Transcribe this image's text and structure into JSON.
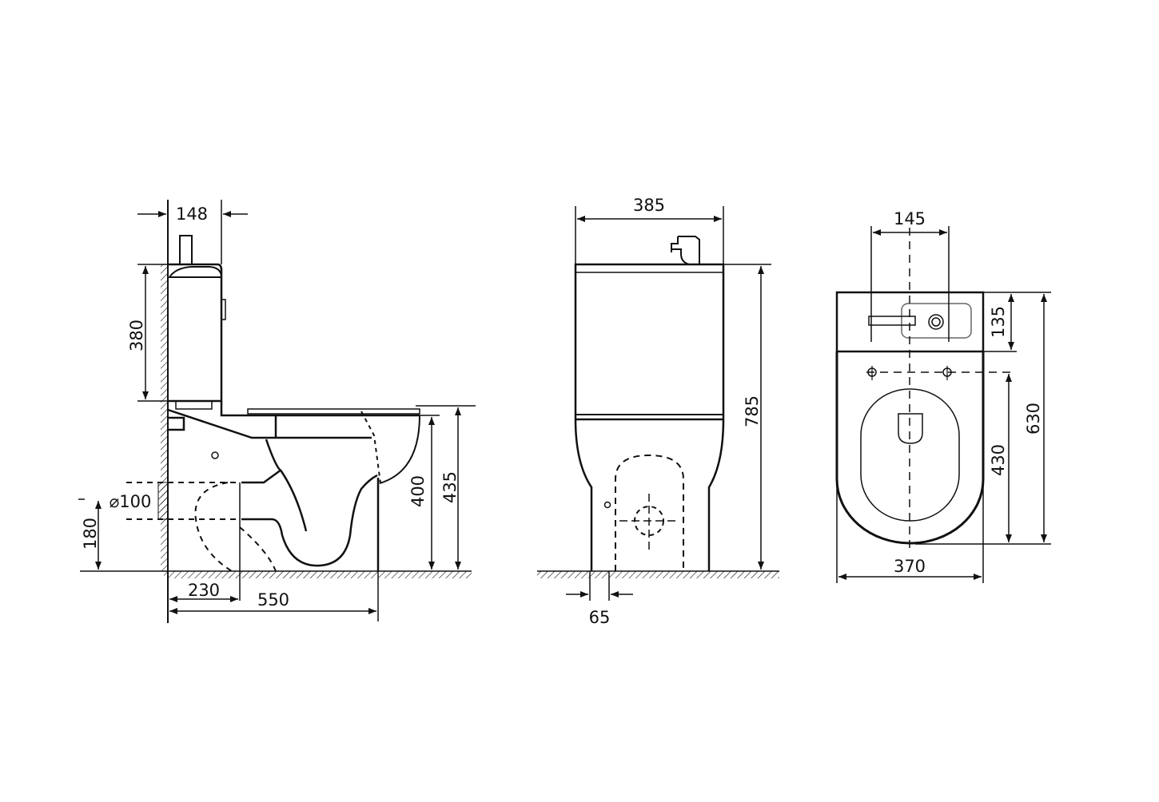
{
  "side_view": {
    "dims": {
      "tank_depth": "148",
      "tank_height": "380",
      "outlet_diameter": "⌀100",
      "outlet_height": "180",
      "outlet_distance": "230",
      "total_depth": "550",
      "bowl_height": "400",
      "seat_height": "435"
    }
  },
  "front_view": {
    "dims": {
      "width": "385",
      "total_height": "785",
      "base_offset": "65"
    }
  },
  "top_view": {
    "dims": {
      "basin_width": "145",
      "basin_depth": "135",
      "bowl_length": "430",
      "total_length": "630",
      "width": "370"
    }
  },
  "colors": {
    "line": "#111111",
    "basin": "#666666"
  }
}
